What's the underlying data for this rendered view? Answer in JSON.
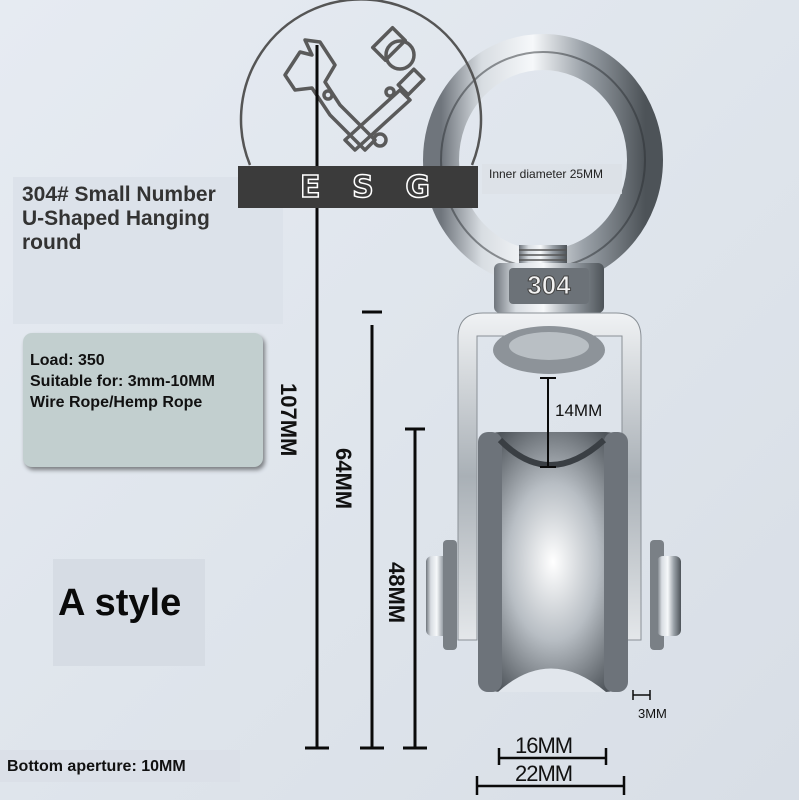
{
  "title": {
    "lines": [
      "304# Small Number",
      "U-Shaped Hanging",
      "round"
    ]
  },
  "brand": {
    "logo_icon": "wrench-hammer-icon",
    "letters": [
      "E",
      "S",
      "G"
    ]
  },
  "inner_diameter_label": "Inner diameter 25MM",
  "stamp": "304",
  "specs": {
    "load": "Load: 350",
    "suitable": "Suitable for: 3mm-10MM",
    "rope": "Wire Rope/Hemp Rope"
  },
  "style_label": "A style",
  "bottom_aperture": "Bottom aperture: 10MM",
  "dimensions": {
    "total_height": "107MM",
    "frame_height": "64MM",
    "wheel_height": "48MM",
    "gap": "14MM",
    "side_plate": "3MM",
    "groove_width": "16MM",
    "wheel_width": "22MM"
  },
  "colors": {
    "background": "#e2e7ee",
    "banner": "#3b3b3b",
    "spec_card": "#c2cfcf",
    "text": "#111111"
  }
}
